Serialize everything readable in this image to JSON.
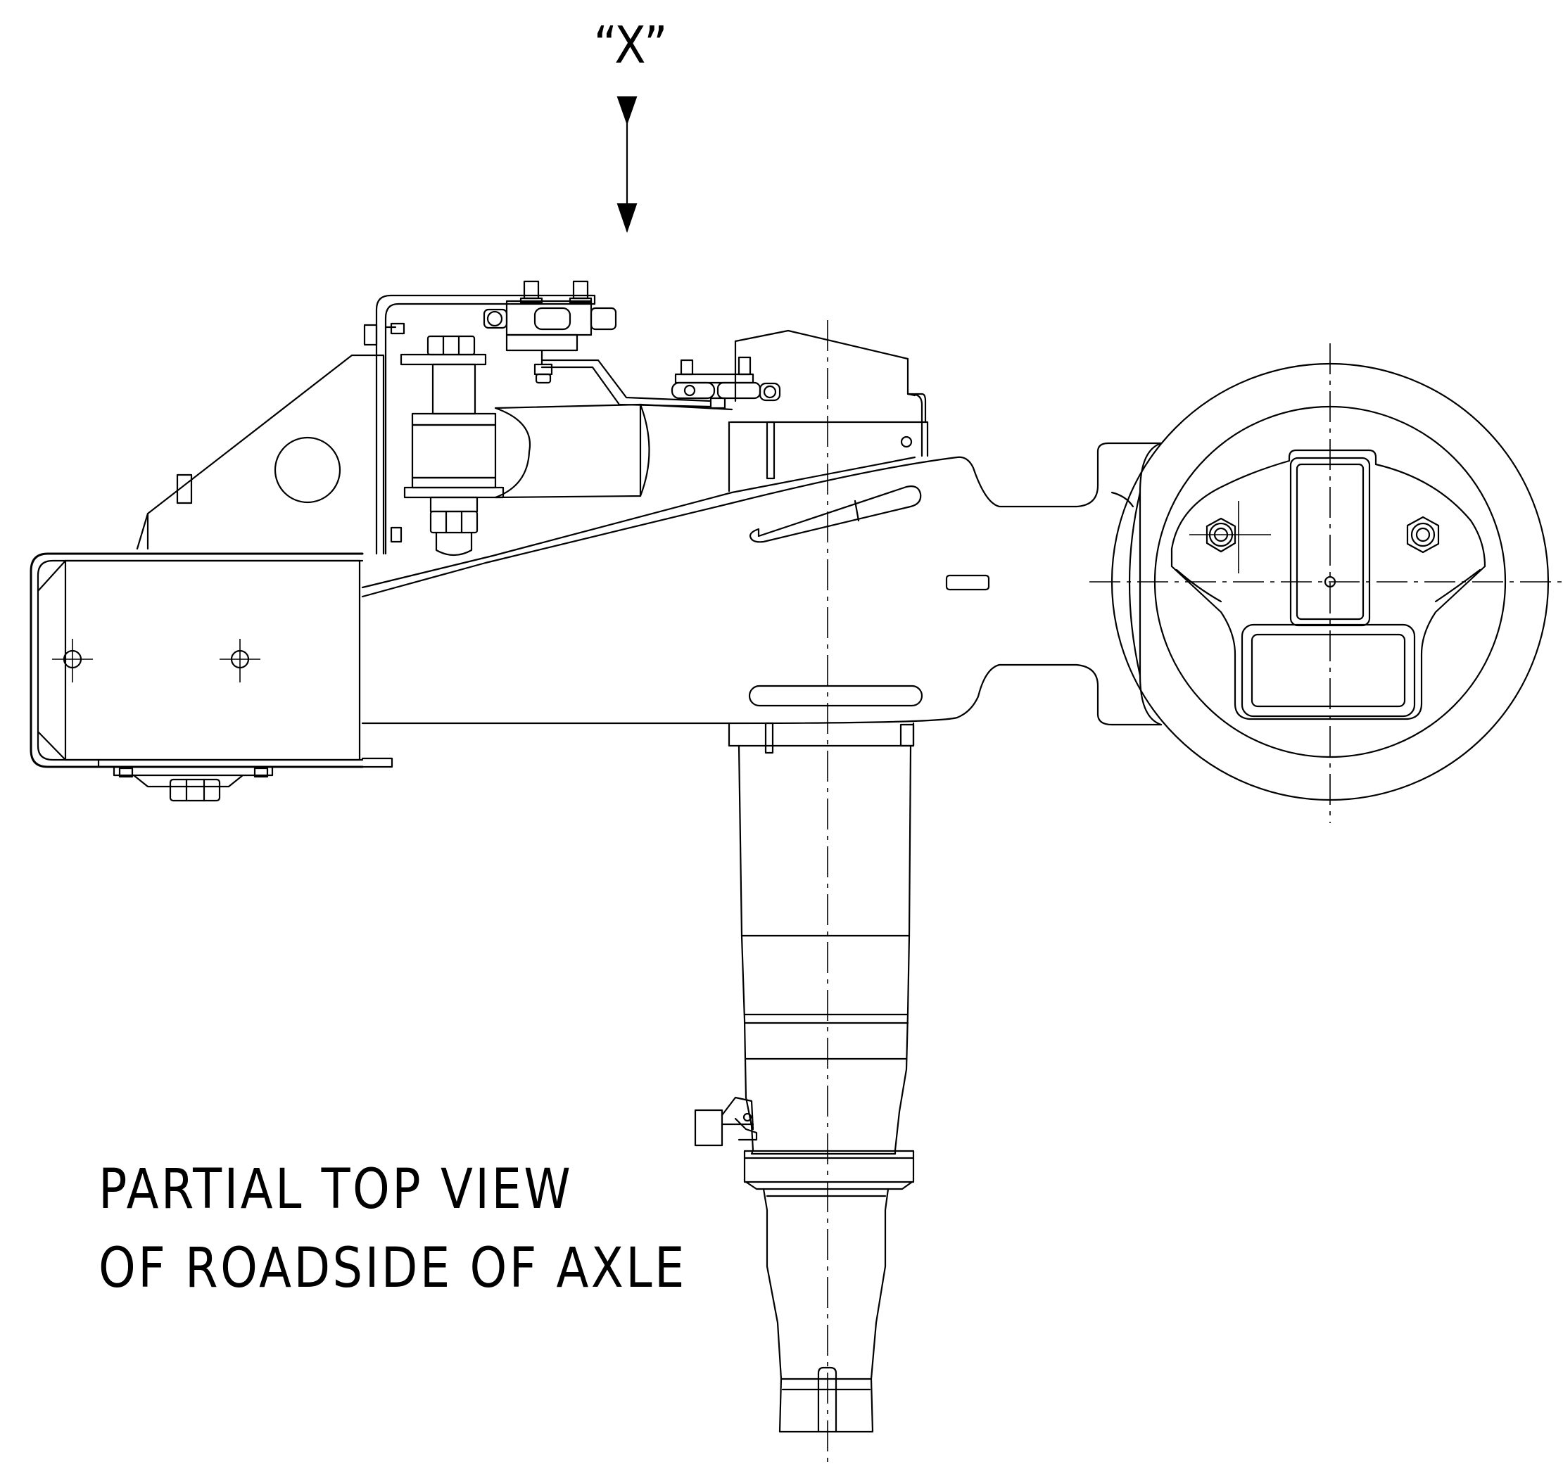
{
  "view_marker": {
    "label": "“X”"
  },
  "caption": {
    "line1": "PARTIAL TOP VIEW",
    "line2": "OF ROADSIDE OF AXLE"
  },
  "colors": {
    "ink": "#000000",
    "paper": "#ffffff"
  }
}
